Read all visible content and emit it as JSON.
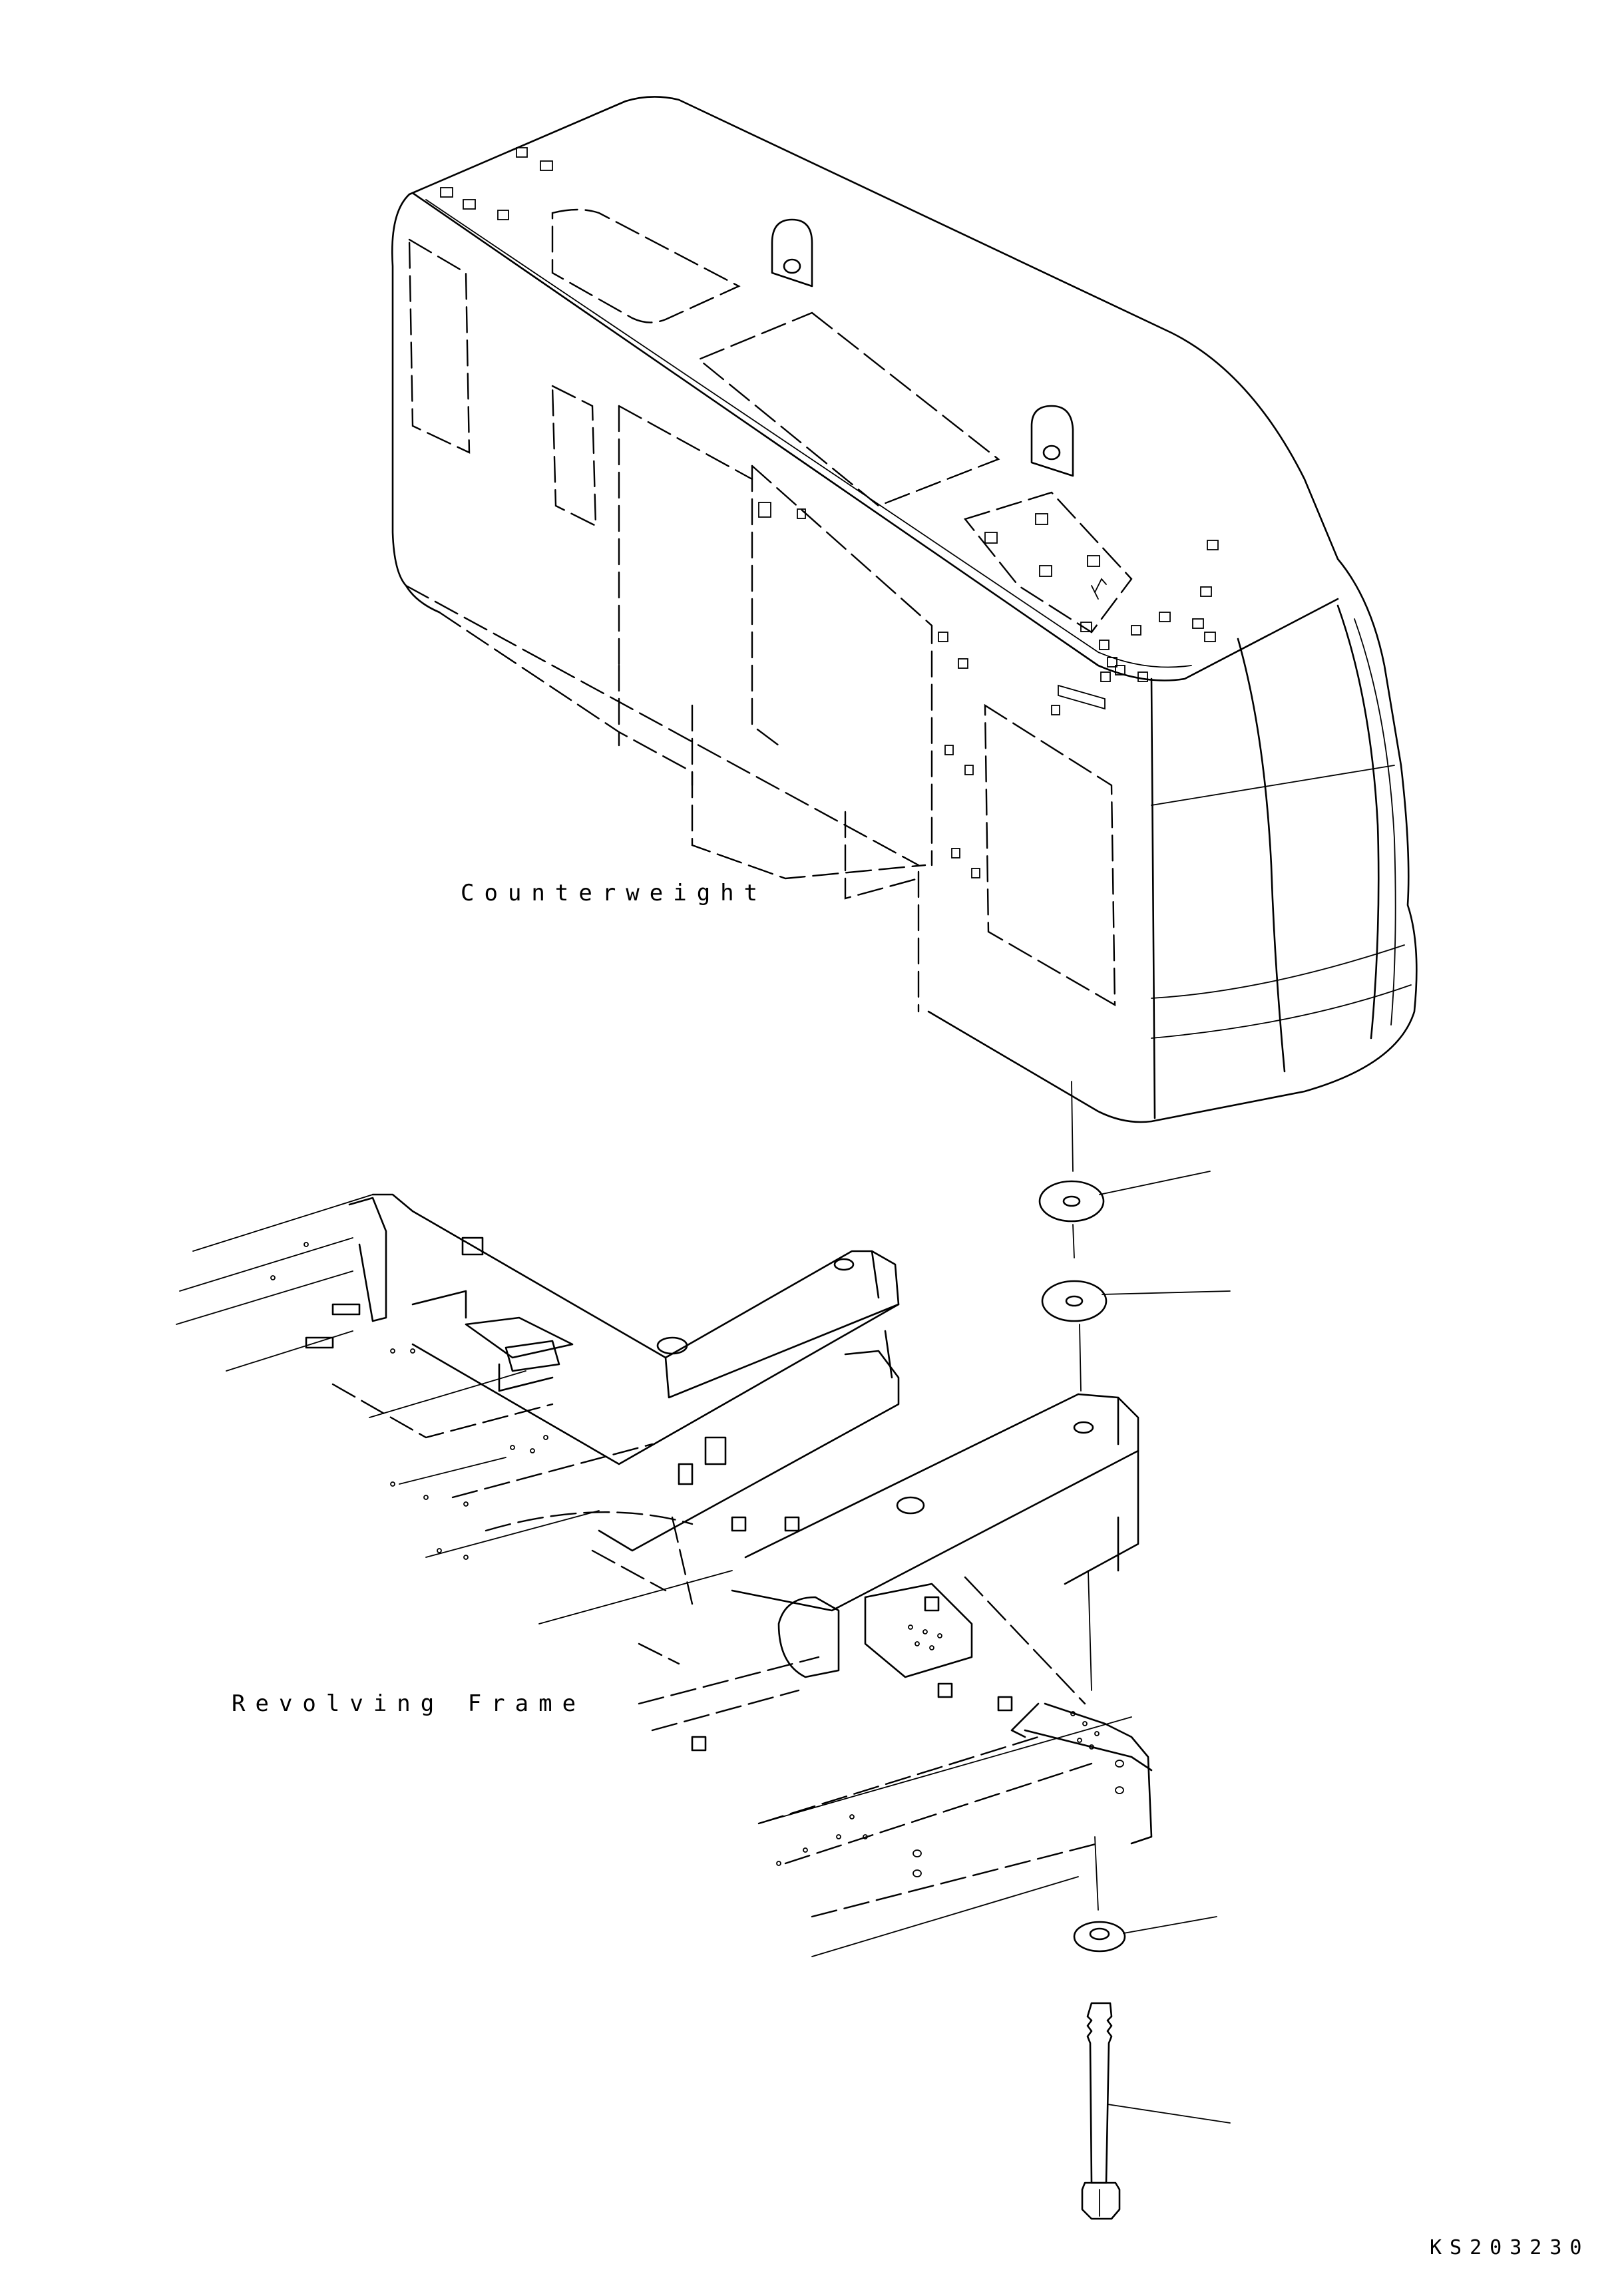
{
  "labels": {
    "counterweight": "Counterweight",
    "revolving_frame": "Revolving Frame",
    "drawing_code": "KS203230"
  }
}
